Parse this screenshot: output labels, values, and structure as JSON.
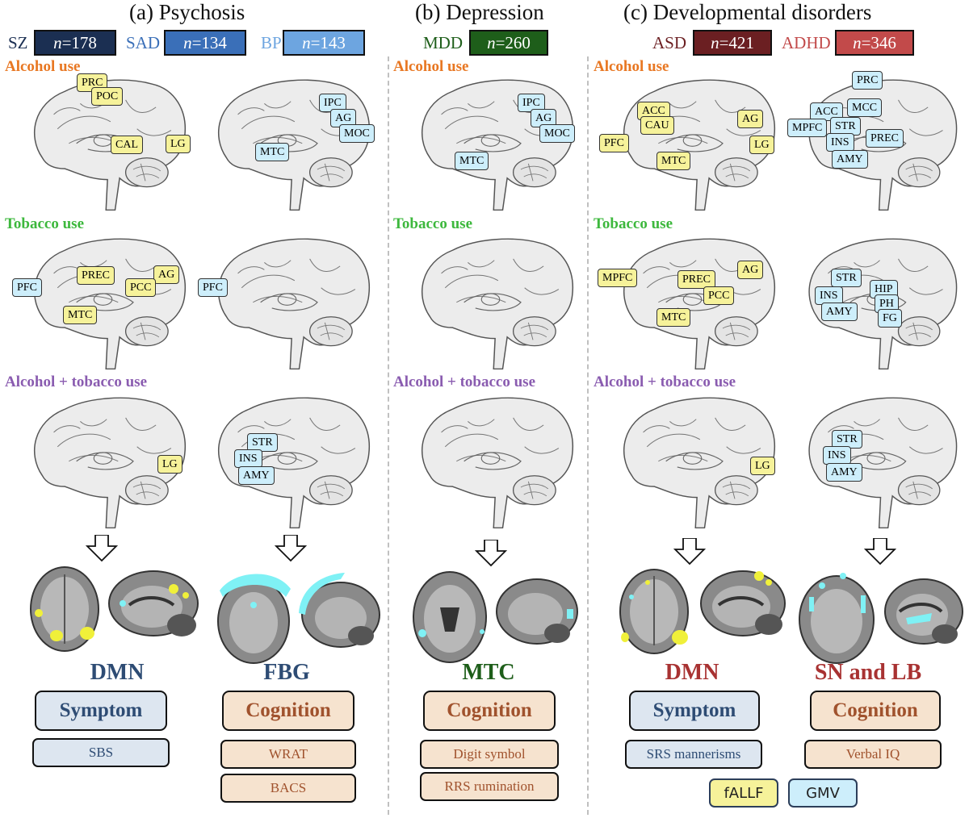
{
  "columns": [
    {
      "title": "(a) Psychosis"
    },
    {
      "title": "(b) Depression"
    },
    {
      "title": "(c) Developmental disorders"
    }
  ],
  "groups": [
    {
      "label": "SZ",
      "n": "178",
      "color": "#1b2f52"
    },
    {
      "label": "SAD",
      "n": "134",
      "color": "#3a6fb8"
    },
    {
      "label": "BP",
      "n": "143",
      "color": "#6da5e0"
    },
    {
      "label": "MDD",
      "n": "260",
      "color": "#1e5e1a"
    },
    {
      "label": "ASD",
      "n": "421",
      "color": "#6b1f22"
    },
    {
      "label": "ADHD",
      "n": "346",
      "color": "#c24a4a"
    }
  ],
  "n_prefix": "n",
  "n_eq": "=",
  "row_labels": {
    "alcohol": "Alcohol use",
    "tobacco": "Tobacco use",
    "both": "Alcohol + tobacco use"
  },
  "row_colors": {
    "alcohol": "#e87722",
    "tobacco": "#3db83d",
    "both": "#8a5cb0"
  },
  "tags": {
    "a_alc_l": [
      "PRC",
      "POC",
      "CAL",
      "LG"
    ],
    "a_alc_r": [
      "IPC",
      "AG",
      "MOC",
      "MTC"
    ],
    "b_alc": [
      "IPC",
      "AG",
      "MOC",
      "MTC"
    ],
    "c_alc_l": [
      "ACC",
      "CAU",
      "AG",
      "PFC",
      "LG",
      "MTC"
    ],
    "c_alc_r": [
      "PRC",
      "ACC",
      "MCC",
      "MPFC",
      "STR",
      "INS",
      "PREC",
      "AMY"
    ],
    "a_tob_l": [
      "PREC",
      "AG",
      "PFC",
      "PCC",
      "MTC"
    ],
    "a_tob_r": [
      "PFC"
    ],
    "c_tob_l": [
      "MPFC",
      "PREC",
      "AG",
      "PCC",
      "MTC"
    ],
    "c_tob_r": [
      "STR",
      "INS",
      "HIP",
      "PH",
      "AMY",
      "FG"
    ],
    "a_both_l": [
      "LG"
    ],
    "a_both_r": [
      "STR",
      "INS",
      "AMY"
    ],
    "c_both_l": [
      "LG"
    ],
    "c_both_r": [
      "STR",
      "INS",
      "AMY"
    ]
  },
  "networks": [
    {
      "label": "DMN",
      "color": "#2e4c74",
      "domain": "Symptom",
      "measures": [
        "SBS"
      ]
    },
    {
      "label": "FBG",
      "color": "#2e4c74",
      "domain": "Cognition",
      "measures": [
        "WRAT",
        "BACS"
      ]
    },
    {
      "label": "MTC",
      "color": "#1e5e1a",
      "domain": "Cognition",
      "measures": [
        "Digit symbol",
        "RRS rumination"
      ]
    },
    {
      "label": "DMN",
      "color": "#a83232",
      "domain": "Symptom",
      "measures": [
        "SRS mannerisms"
      ]
    },
    {
      "label": "SN and LB",
      "color": "#a83232",
      "domain": "Cognition",
      "measures": [
        "Verbal IQ"
      ]
    }
  ],
  "legend": {
    "fallf": "fALLF",
    "gmv": "GMV"
  },
  "colors": {
    "fallf": "#f6f29a",
    "gmv": "#cdeefb",
    "symptom": "#dde6f0",
    "cognition": "#f6e3cf"
  }
}
